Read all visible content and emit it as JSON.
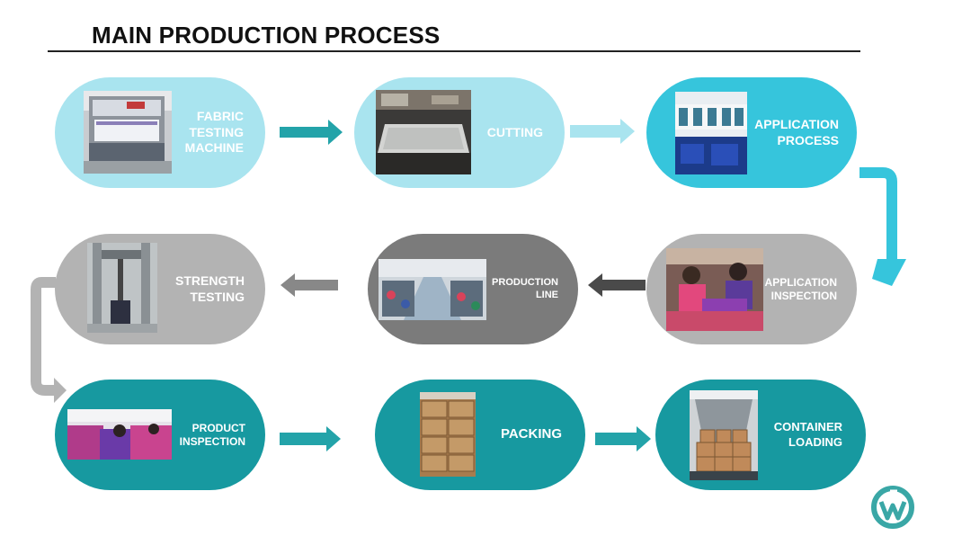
{
  "title": "MAIN PRODUCTION PROCESS",
  "colors": {
    "light_cyan": "#a9e4ef",
    "cyan": "#36c5dc",
    "light_gray": "#b3b3b3",
    "dark_gray": "#7b7b7b",
    "teal": "#1799a0",
    "arrow_teal": "#23a3a9",
    "arrow_gray": "#888888",
    "arrow_dark": "#4a4a4a"
  },
  "steps": [
    {
      "label": "FABRIC\nTESTING\nMACHINE",
      "photo": "fabric-testing-machine-photo"
    },
    {
      "label": "CUTTING",
      "photo": "cutting-table-photo"
    },
    {
      "label": "APPLICATION\nPROCESS",
      "photo": "embroidery-machine-photo"
    },
    {
      "label": "APPLICATION\nINSPECTION",
      "photo": "workers-inspection-photo"
    },
    {
      "label": "PRODUCTION\nLINE",
      "photo": "factory-line-photo"
    },
    {
      "label": "STRENGTH\nTESTING",
      "photo": "strength-tester-photo"
    },
    {
      "label": "PRODUCT\nINSPECTION",
      "photo": "product-inspection-photo"
    },
    {
      "label": "PACKING",
      "photo": "carton-stack-photo"
    },
    {
      "label": "CONTAINER\nLOADING",
      "photo": "container-loading-photo"
    }
  ],
  "logo": "company-logo-icon"
}
